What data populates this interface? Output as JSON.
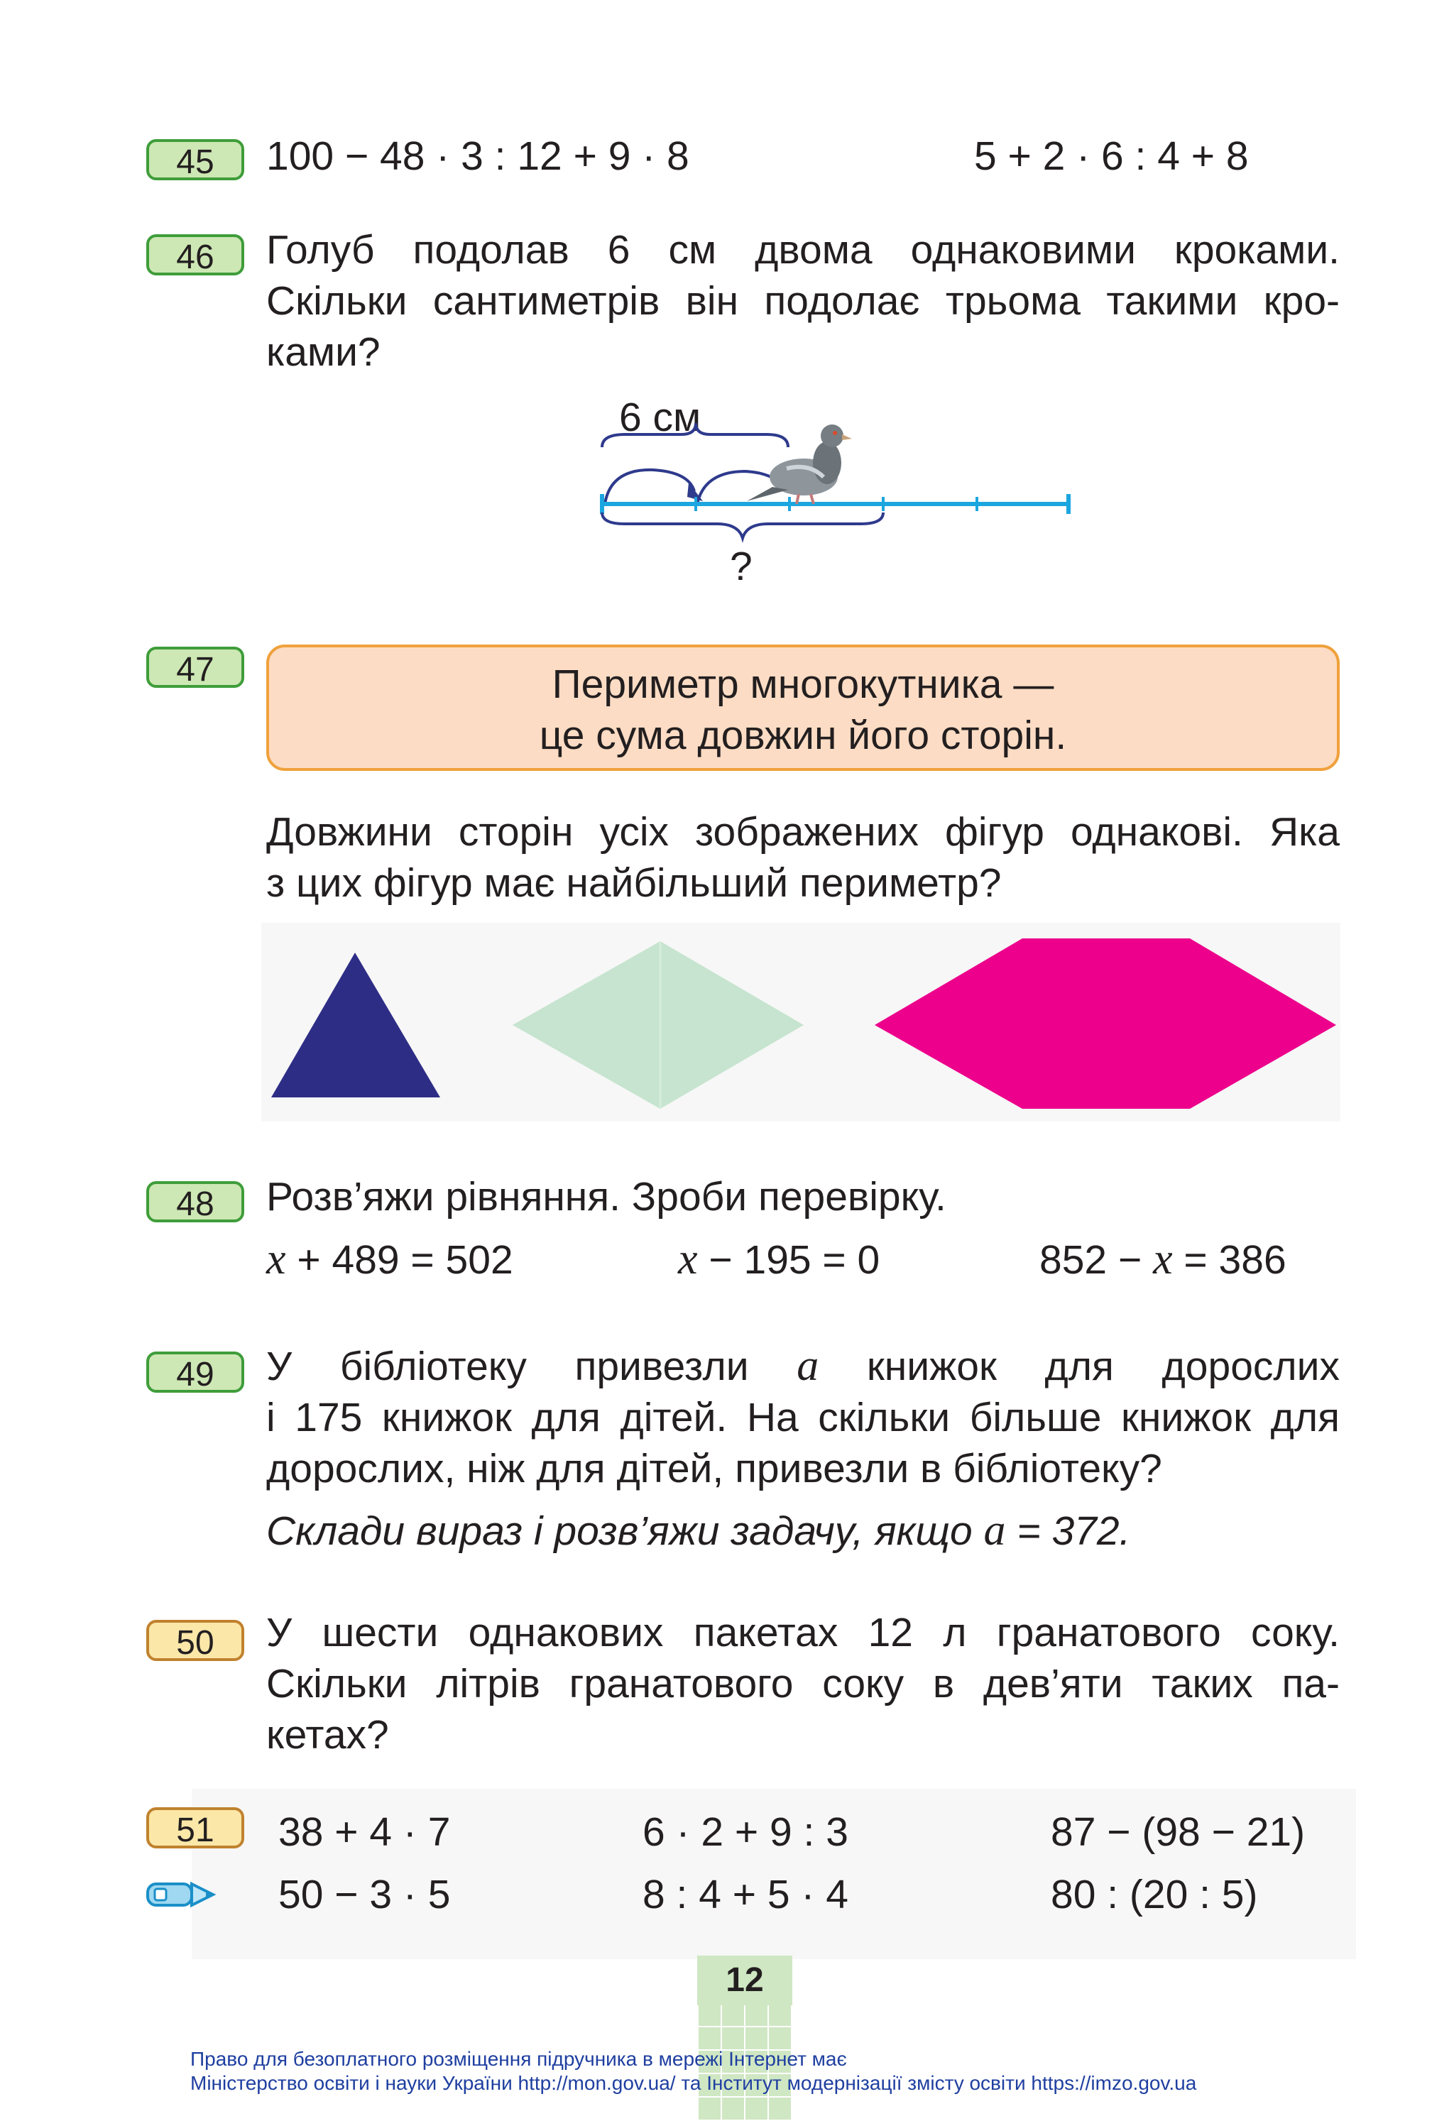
{
  "task45": {
    "num": "45",
    "expr1": "100 − 48 · 3 : 12 + 9 · 8",
    "expr2": "5 + 2 · 6 : 4 + 8"
  },
  "task46": {
    "num": "46",
    "lines": [
      "Голуб подолав 6 см двома однаковими кроками.",
      "Скільки сантиметрів він подолає трьома такими кро-",
      "ками?"
    ],
    "fig_label": "6 см",
    "fig_question": "?"
  },
  "task47": {
    "num": "47",
    "rule_line1": "Периметр многокутника —",
    "rule_line2": "це сума довжин його сторін.",
    "lines": [
      "Довжини сторін усіх зображених фігур однакові. Яка",
      "з цих фігур має найбільший периметр?"
    ],
    "colors": {
      "triangle": "#2e2d86",
      "rhombus": "#c6e4cf",
      "hexagon": "#ec008c"
    }
  },
  "task48": {
    "num": "48",
    "text": "Розв’яжи рівняння. Зроби перевірку.",
    "eq1_var": "x",
    "eq1_rest": " + 489 = 502",
    "eq2_var": "x",
    "eq2_rest": " − 195 = 0",
    "eq3_left": "852 − ",
    "eq3_var": "x",
    "eq3_rest": " = 386"
  },
  "task49": {
    "num": "49",
    "line1_a": "У бібліотеку привезли",
    "line1_var": "a",
    "line1_b": "книжок для дорослих",
    "line2": "і 175 книжок для дітей. На скільки більше книжок для",
    "line3": "дорослих, ніж для дітей, привезли в бібліотеку?",
    "line4_a": "Склади вираз і розв’яжи задачу, якщо ",
    "line4_var": "a",
    "line4_b": " = 372."
  },
  "task50": {
    "num": "50",
    "lines": [
      "У шести однакових пакетах 12 л гранатового соку.",
      "Скільки літрів гранатового соку в дев’яти таких па-",
      "кетах?"
    ]
  },
  "task51": {
    "num": "51",
    "row1": [
      "38 + 4 · 7",
      "6 · 2 + 9 : 3",
      "87 − (98 − 21)"
    ],
    "row2": [
      "50 − 3 · 5",
      "8 : 4 + 5 · 4",
      "80 : (20 : 5)"
    ]
  },
  "page_number": "12",
  "footer": {
    "line1": "Право для безоплатного розміщення підручника в мережі Інтернет має",
    "line2": "Міністерство освіти і науки України http://mon.gov.ua/ та Інститут модернізації змісту освіти https://imzo.gov.ua"
  }
}
